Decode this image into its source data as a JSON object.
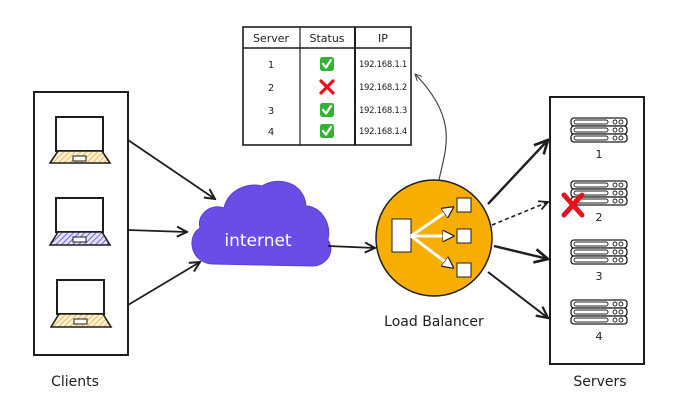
{
  "colors": {
    "ink": "#1e1e1e",
    "cloud": "#6a4ce6",
    "load_balancer": "#f8ae00",
    "laptop_orange": "#f5c96a",
    "laptop_purple": "#8d86e8",
    "ok_green": "#34b233",
    "fail_red": "#e8101b"
  },
  "clients": {
    "label": "Clients",
    "laptops": [
      {
        "name": "laptop-1",
        "color": "orange"
      },
      {
        "name": "laptop-2",
        "color": "purple"
      },
      {
        "name": "laptop-3",
        "color": "orange"
      }
    ]
  },
  "internet": {
    "label": "internet"
  },
  "load_balancer": {
    "label": "Load Balancer"
  },
  "servers": {
    "label": "Servers",
    "items": [
      {
        "number": "1",
        "status": "up"
      },
      {
        "number": "2",
        "status": "down"
      },
      {
        "number": "3",
        "status": "up"
      },
      {
        "number": "4",
        "status": "up"
      }
    ]
  },
  "status_table": {
    "headers": [
      "Server",
      "Status",
      "IP"
    ],
    "rows": [
      {
        "server": "1",
        "status": "ok",
        "ip": "192.168.1.1"
      },
      {
        "server": "2",
        "status": "fail",
        "ip": "192.168.1.2"
      },
      {
        "server": "3",
        "status": "ok",
        "ip": "192.168.1.3"
      },
      {
        "server": "4",
        "status": "ok",
        "ip": "192.168.1.4"
      }
    ]
  }
}
